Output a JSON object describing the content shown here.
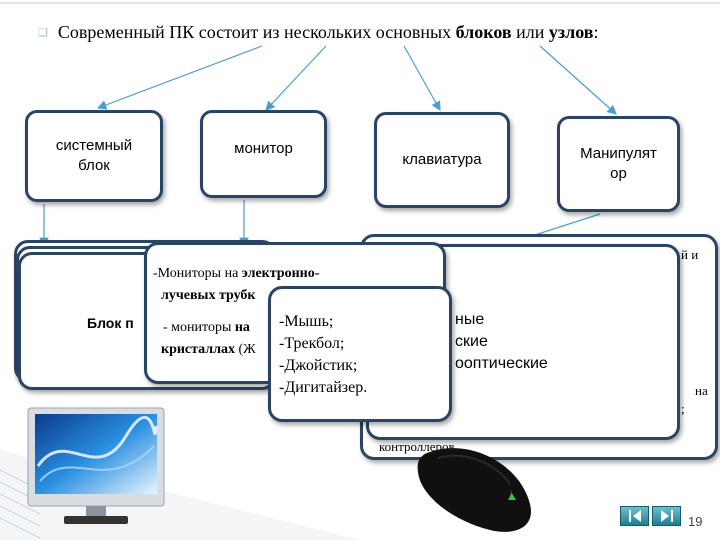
{
  "heading": {
    "bullet": "❑",
    "prefix": "Современный ПК состоит из нескольких основных ",
    "bold1": "блоков",
    "middle": " или ",
    "bold2": "узлов",
    "suffix": ":"
  },
  "top_boxes": {
    "system_unit": {
      "line1": "системный",
      "line2": "блок"
    },
    "monitor": "монитор",
    "keyboard": "клавиатура",
    "manipulator": {
      "line1": "Манипулят",
      "line2": "ор"
    }
  },
  "left_stack": {
    "visible_text": "Блок п"
  },
  "monitor_panel": {
    "line1_prefix": "-Мониторы на ",
    "line1_bold": "электронно-",
    "line2_bold": "лучевых трубк",
    "line3_prefix": "- мониторы ",
    "line3_bold": "на",
    "line4_bold": "кристаллах",
    "line4_rest": " (Ж"
  },
  "keyboard_panel": {
    "corner_text": "й и",
    "mid_text": "на",
    "semi_text": ";",
    "bottom_text": "контроллеров."
  },
  "keyboard_front": {
    "line1": "ные",
    "line2": "ские",
    "line3": "ооптические"
  },
  "manipulator_list": {
    "items": [
      "-Мышь;",
      "-Трекбол;",
      "-Джойстик;",
      "-Дигитайзер."
    ]
  },
  "page_number": "19",
  "nav": {
    "prev_icon": "nav-prev",
    "next_icon": "nav-next"
  },
  "colors": {
    "box_border": "#2b4463",
    "arrow": "#4a9ecf",
    "nav": "#1e7f8f"
  }
}
